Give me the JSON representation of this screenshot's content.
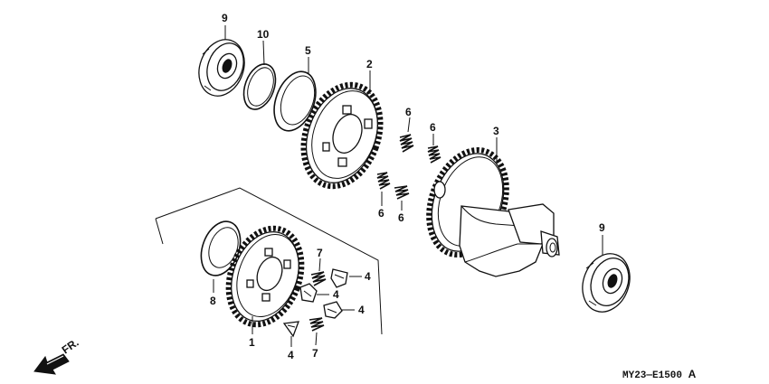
{
  "labels": {
    "bearing_top": "9",
    "circlip": "10",
    "washer_top": "5",
    "gear_drive": "2",
    "spring_a": "6",
    "spring_b": "6",
    "spring_c": "6",
    "spring_d": "6",
    "balancer_shaft": "3",
    "bearing_right": "9",
    "washer_left": "8",
    "gear_driven": "1",
    "spring_7a": "7",
    "spring_7b": "7",
    "damper_a": "4",
    "damper_b": "4",
    "damper_c": "4",
    "damper_d": "4"
  },
  "front_indicator": "FR.",
  "diagram_code": "MY23—E1500",
  "diagram_code_suffix": "A"
}
